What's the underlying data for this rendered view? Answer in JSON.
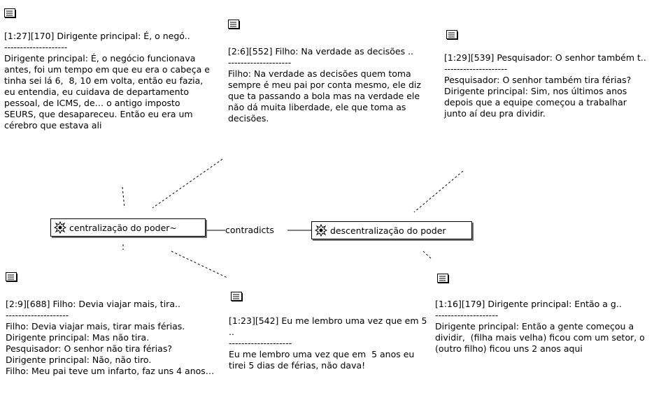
{
  "quotes": [
    {
      "header": "[1:27][170] Dirigente principal: É, o negó..",
      "separator": "--------------------",
      "body": "Dirigente principal: É, o negócio funcionava antes, foi um tempo em que eu era o cabeça e tinha sei lá 6,  8, 10 em volta, então eu fazia, eu entendia, eu cuidava de departamento pessoal, de ICMS, de… o antigo imposto SEURS, que desapareceu. Então eu era um cérebro que estava ali",
      "icon": "document-icon"
    },
    {
      "header": "[2:6][552] Filho: Na verdade as decisões ..",
      "separator": "--------------------",
      "body": "Filho: Na verdade as decisões quem toma sempre é meu pai por conta mesmo, ele diz que ta passando a bola mas na verdade ele não dá muita liberdade, ele que toma as decisões.",
      "icon": "document-icon"
    },
    {
      "header": "[1:29][539] Pesquisador: O senhor também t..",
      "separator": "--------------------",
      "body": "Pesquisador: O senhor também tira férias?\nDirigente principal: Sim, nos últimos anos depois que a equipe começou a trabalhar junto aí deu pra dividir.",
      "icon": "document-icon"
    },
    {
      "header": "[2:9][688] Filho: Devia viajar mais, tira..",
      "separator": "--------------------",
      "body": "Filho: Devia viajar mais, tirar mais férias.\nDirigente principal: Mas não tira.\nPesquisador: O senhor não tira férias?\nDirigente principal: Não, não tiro.\nFilho: Meu pai teve um infarto, faz uns 4 anos…",
      "icon": "document-icon"
    },
    {
      "header": "[1:23][542] Eu me lembro uma vez que em 5 ..",
      "separator": "--------------------",
      "body": "Eu me lembro uma vez que em  5 anos eu tirei 5 dias de férias, não dava!",
      "icon": "document-icon"
    },
    {
      "header": "[1:16][179] Dirigente principal: Então a g..",
      "separator": "--------------------",
      "body": "Dirigente principal: Então a gente começou a dividir,  (filha mais velha) ficou com um setor, o (outro filho) ficou uns 2 anos aqui",
      "icon": "document-icon"
    }
  ],
  "codes": [
    {
      "label": "centralização do poder~",
      "icon": "code-icon"
    },
    {
      "label": "descentralização do poder",
      "icon": "code-icon"
    }
  ],
  "relation": {
    "label": "contradicts"
  },
  "colors": {
    "line": "#000000",
    "shadow": "#6f6f6f",
    "icon_fill": "#000000"
  }
}
